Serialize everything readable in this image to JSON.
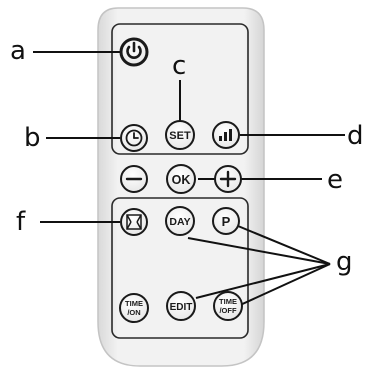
{
  "callout_labels": {
    "a": "a",
    "b": "b",
    "c": "c",
    "d": "d",
    "e": "e",
    "f": "f",
    "g": "g"
  },
  "buttons": {
    "set": "SET",
    "ok": "OK",
    "day": "DAY",
    "p": "P",
    "time_on_line1": "TIME",
    "time_on_line2": "/ON",
    "edit": "EDIT",
    "time_off_line1": "TIME",
    "time_off_line2": "/OFF"
  },
  "icons": {
    "power": "power-icon",
    "clock": "clock-icon",
    "level": "signal-bars-icon",
    "minus": "minus-icon",
    "plus": "plus-icon",
    "window": "window-icon"
  },
  "colors": {
    "remote_body": "#f1f1f1",
    "panel_border": "#2a2a2a",
    "button_outline": "#1a1a1a",
    "leader_lines": "#111111"
  }
}
